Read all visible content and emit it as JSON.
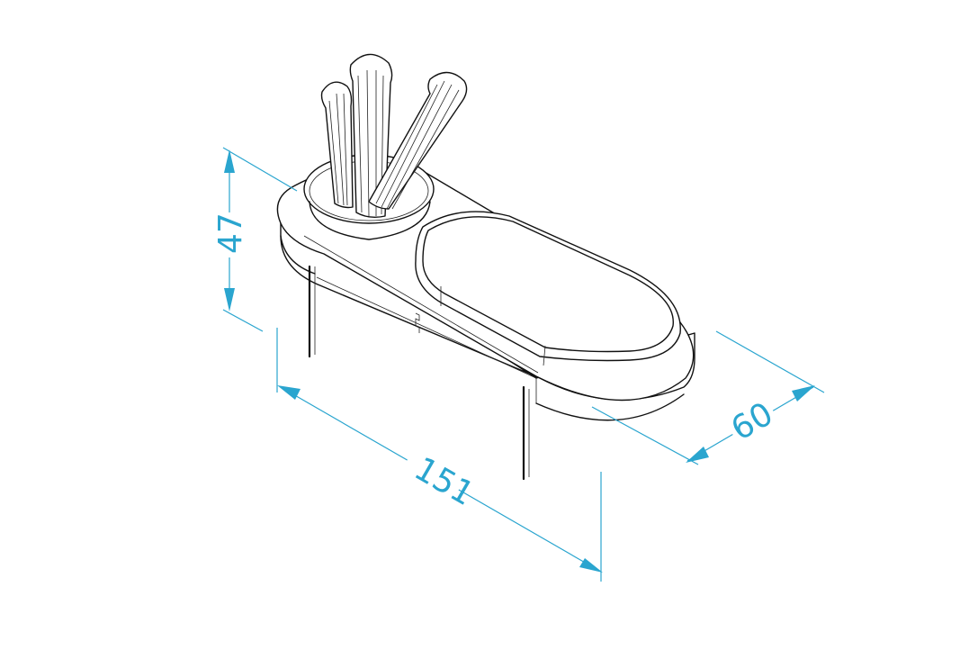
{
  "dimensions": {
    "height": "47",
    "length": "151",
    "depth": "60"
  },
  "colors": {
    "dimension": "#2aa5cf",
    "outline": "#111111",
    "background": "#ffffff"
  }
}
